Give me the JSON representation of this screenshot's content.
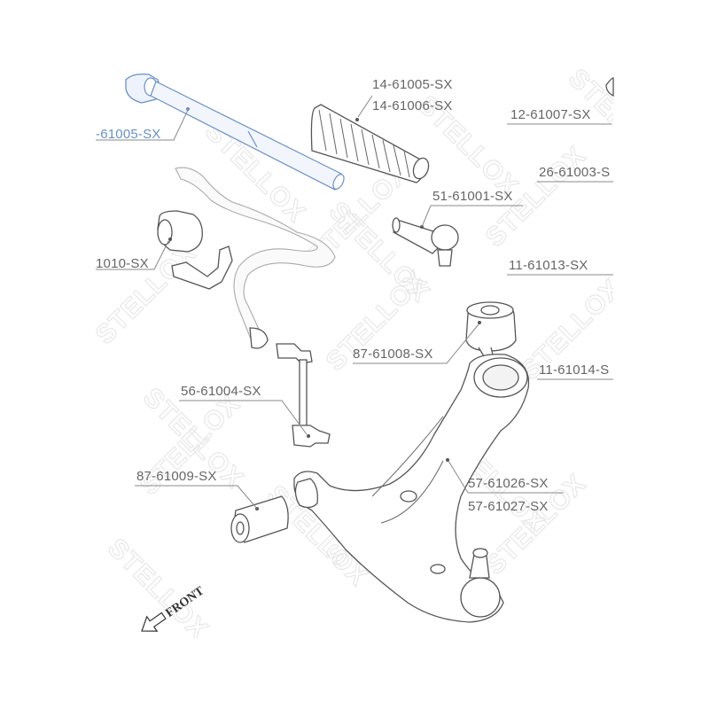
{
  "watermark": "STELLOX",
  "front_label": "FRONT",
  "labels": {
    "tie_rod": "-61005-SX",
    "boot_a": "14-61005-SX",
    "boot_b": "14-61006-SX",
    "part_12": "12-61007-SX",
    "part_26": "26-61003-S",
    "tie_end": "51-61001-SX",
    "bushing_stab": "1010-SX",
    "part_11_13": "11-61013-SX",
    "bushing_87_08": "87-61008-SX",
    "part_11_14": "11-61014-S",
    "link": "56-61004-SX",
    "bushing_87_09": "87-61009-SX",
    "arm_a": "57-61026-SX",
    "arm_b": "57-61027-SX"
  },
  "colors": {
    "accent_blue": "#6a8fc7",
    "label_gray": "#666666"
  }
}
